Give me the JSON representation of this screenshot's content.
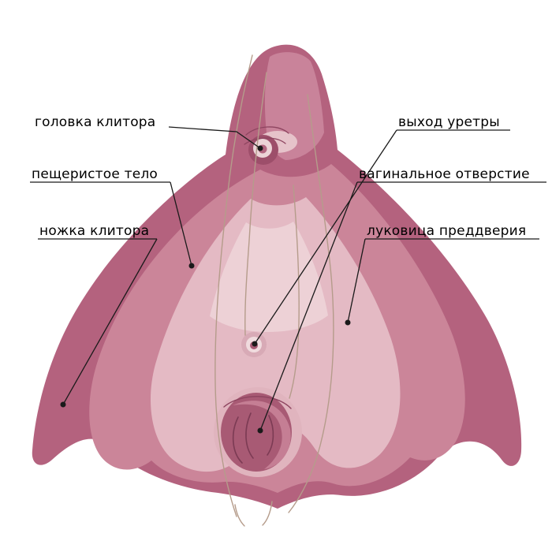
{
  "diagram": {
    "type": "anatomical-diagram",
    "labels": [
      {
        "id": "glans",
        "text": "головка клитора"
      },
      {
        "id": "corpus",
        "text": "пещеристое тело"
      },
      {
        "id": "crus",
        "text": "ножка клитора"
      },
      {
        "id": "urethra",
        "text": "выход уретры"
      },
      {
        "id": "vaginal-opening",
        "text": "вагинальное отверстие"
      },
      {
        "id": "vestibular-bulb",
        "text": "луковица преддверия"
      }
    ],
    "colors": {
      "background": "#ffffff",
      "text": "#000000",
      "leader_line": "#1a1a1a",
      "outer_tissue": "#b4627e",
      "mid_tissue": "#cb8599",
      "light_tissue": "#e4bac4",
      "highlight_tissue": "#f0d8dc",
      "shaft": "#c9839a",
      "shaft_pale": "#e6c3ca",
      "glans_shadow": "#9d4e6a",
      "glans_ring": "#ecd3d7",
      "glans_center": "#b36580",
      "opening_rim": "#e0b4be",
      "opening_dark": "#a85a74",
      "opening_fold": "#c57e94",
      "urethra_rim": "#d8aab6",
      "urethra_ring": "#f0dbde",
      "contour_line": "#b59c8b",
      "crease_line": "#8e4560",
      "fold_line": "#7c3b54"
    }
  }
}
